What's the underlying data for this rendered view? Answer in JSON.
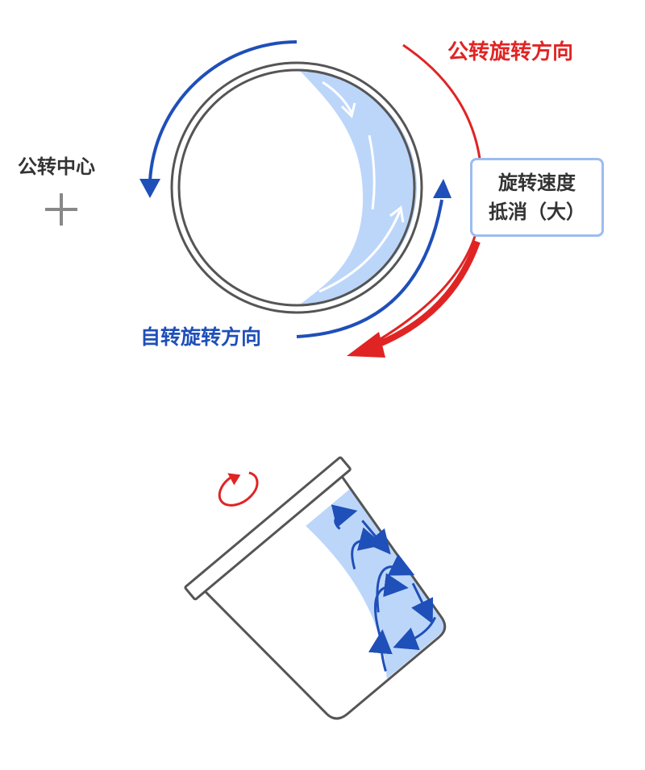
{
  "labels": {
    "revolution_direction": "公转旋转方向",
    "revolution_center": "公转中心",
    "rotation_direction": "自转旋转方向",
    "speed_cancel_line1": "旋转速度",
    "speed_cancel_line2": "抵消（大）"
  },
  "colors": {
    "revolution": "#e02424",
    "rotation": "#1f4fb8",
    "liquid": "#bcd6fa",
    "outline": "#555555",
    "center_text": "#333333",
    "cross": "#888888"
  }
}
